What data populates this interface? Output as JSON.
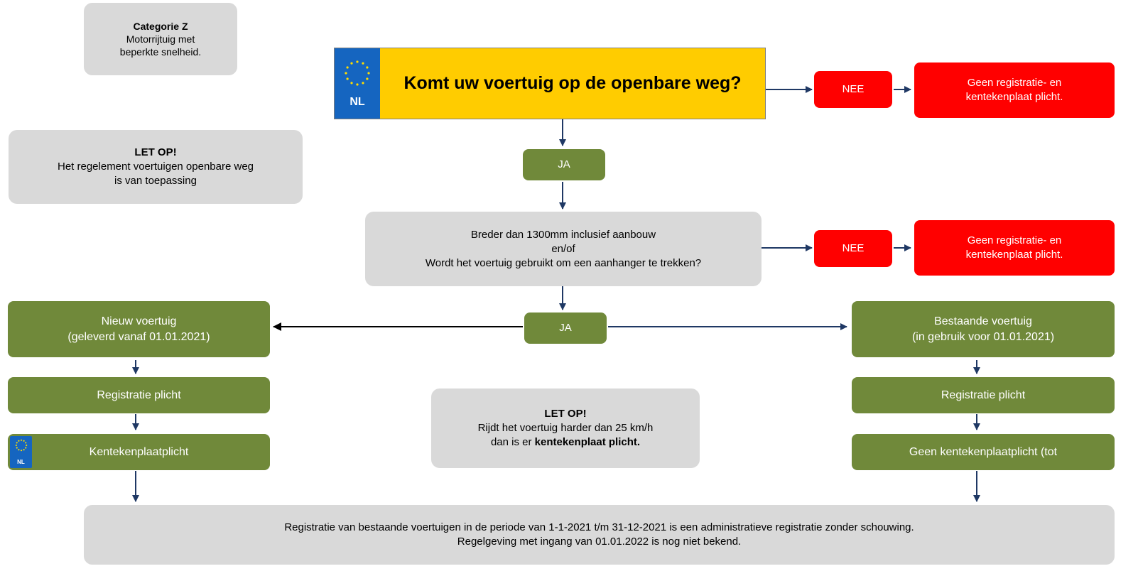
{
  "categorie": {
    "title": "Categorie Z",
    "line1": "Motorrijtuig met",
    "line2": "beperkte snelheid."
  },
  "letop1": {
    "title": "LET OP!",
    "line1": "Het regelement voertuigen openbare weg",
    "line2": "is van toepassing"
  },
  "question": {
    "text": "Komt uw voertuig op de openbare weg?",
    "country": "NL"
  },
  "nee1": "NEE",
  "result1": {
    "line1": "Geen registratie- en",
    "line2": "kentekenplaat plicht."
  },
  "ja1": "JA",
  "question2": {
    "line1": "Breder dan 1300mm inclusief aanbouw",
    "line2": "en/of",
    "line3": "Wordt het voertuig gebruikt om een aanhanger te trekken?"
  },
  "nee2": "NEE",
  "result2": {
    "line1": "Geen registratie- en",
    "line2": "kentekenplaat plicht."
  },
  "ja2": "JA",
  "left": {
    "new_title": "Nieuw voertuig",
    "new_sub": "(geleverd vanaf 01.01.2021)",
    "registratie": "Registratie plicht",
    "kenteken": "Kentekenplaatplicht",
    "country": "NL"
  },
  "right": {
    "existing_title": "Bestaande voertuig",
    "existing_sub": "(in gebruik voor 01.01.2021)",
    "registratie": "Registratie plicht",
    "kenteken": "Geen kentekenplaatplicht (tot"
  },
  "letop2": {
    "title": "LET OP!",
    "line1": "Rijdt het voertuig harder dan 25 km/h",
    "line2_prefix": "dan is er ",
    "line2_bold": "kentekenplaat plicht."
  },
  "footer": {
    "line1": "Registratie van bestaande voertuigen in de periode van 1-1-2021 t/m 31-12-2021 is een administratieve registratie zonder schouwing.",
    "line2": "Regelgeving met ingang van 01.01.2022 is nog niet bekend."
  },
  "colors": {
    "green": "#70893a",
    "red": "#ff0000",
    "grey": "#d9d9d9",
    "plate_yellow": "#ffcc00",
    "eu_blue": "#1565c0",
    "arrow": "#1f3864"
  }
}
